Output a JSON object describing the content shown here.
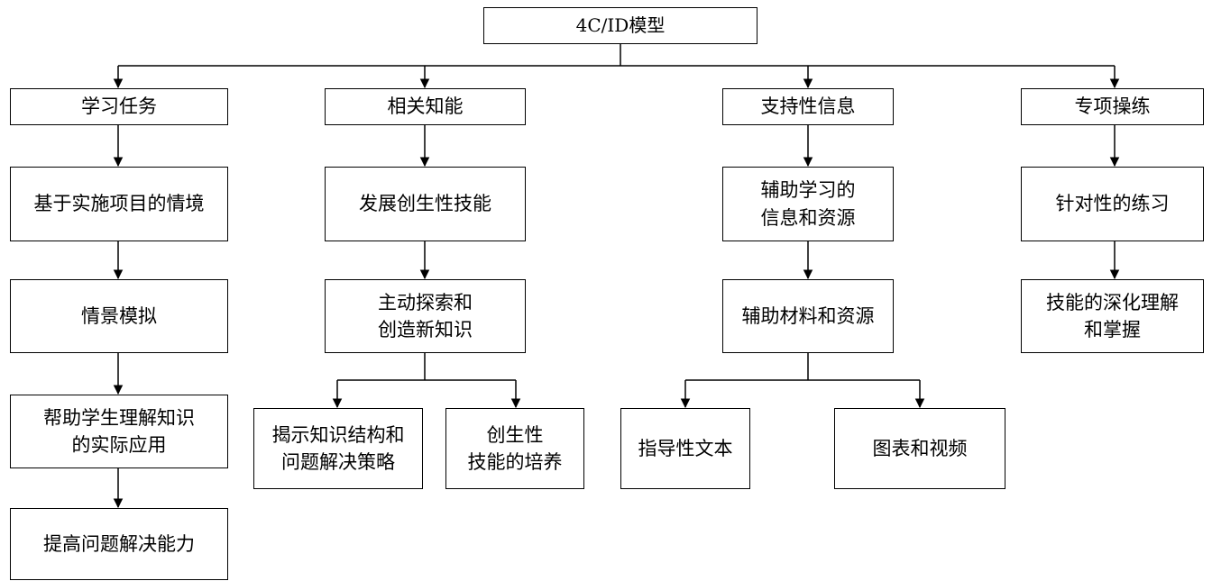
{
  "root": "4C/ID模型",
  "columns": {
    "learning_tasks": {
      "title": "学习任务",
      "items": [
        "基于实施项目的情境",
        "情景模拟",
        "帮助学生理解知识\n的实际应用",
        "提高问题解决能力"
      ]
    },
    "related_skills": {
      "title": "相关知能",
      "items": [
        "发展创生性技能",
        "主动探索和\n创造新知识"
      ],
      "branches": [
        "揭示知识结构和\n问题解决策略",
        "创生性\n技能的培养"
      ]
    },
    "supportive_info": {
      "title": "支持性信息",
      "items": [
        "辅助学习的\n信息和资源",
        "辅助材料和资源"
      ],
      "branches": [
        "指导性文本",
        "图表和视频"
      ]
    },
    "part_task_practice": {
      "title": "专项操练",
      "items": [
        "针对性的练习",
        "技能的深化理解\n和掌握"
      ]
    }
  }
}
